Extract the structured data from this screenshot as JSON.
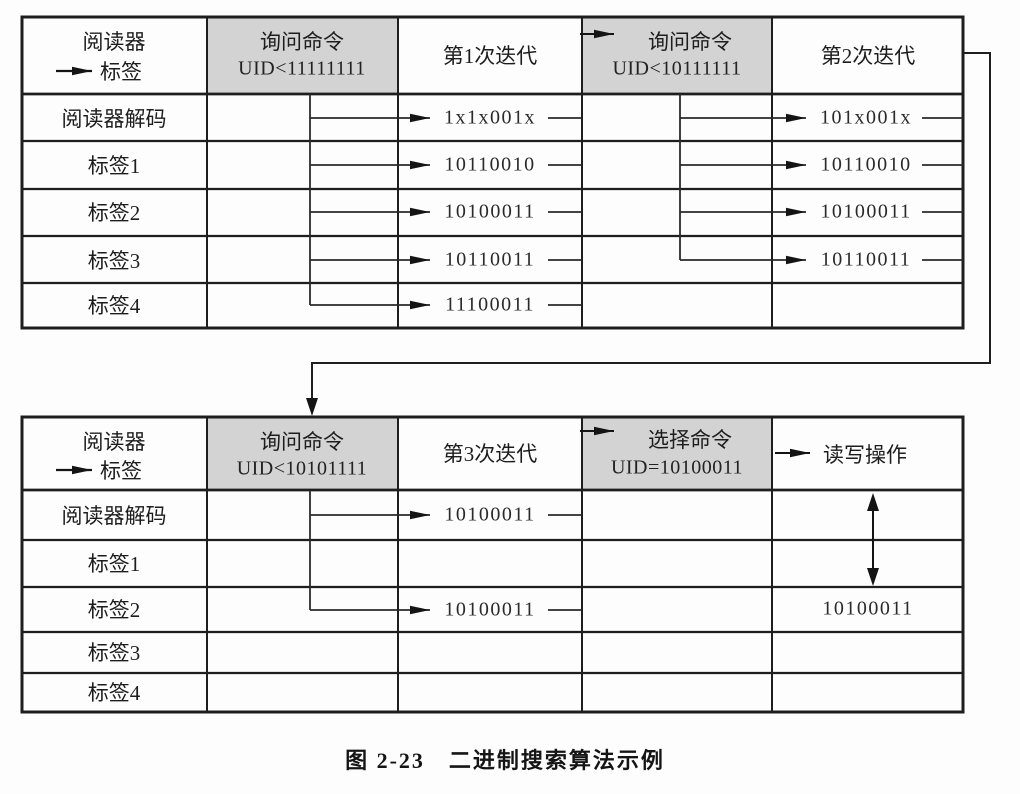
{
  "caption": "图 2-23　二进制搜索算法示例",
  "colors": {
    "header_fill": "#d3d3d3",
    "line": "#1e1e1e",
    "background": "#fdfdfd"
  },
  "top_table": {
    "corner": {
      "line1": "阅读器",
      "line2": "标签"
    },
    "col_query1": {
      "title": "询问命令",
      "uid": "UID<11111111"
    },
    "col_iter1": {
      "title": "第1次迭代"
    },
    "col_query2": {
      "title": "询问命令",
      "uid": "UID<10111111"
    },
    "col_iter2": {
      "title": "第2次迭代"
    },
    "rows": [
      {
        "label": "阅读器解码",
        "iter1": "1x1x001x",
        "iter2": "101x001x"
      },
      {
        "label": "标签1",
        "iter1": "10110010",
        "iter2": "10110010"
      },
      {
        "label": "标签2",
        "iter1": "10100011",
        "iter2": "10100011"
      },
      {
        "label": "标签3",
        "iter1": "10110011",
        "iter2": "10110011"
      },
      {
        "label": "标签4",
        "iter1": "11100011",
        "iter2": ""
      }
    ]
  },
  "bottom_table": {
    "corner": {
      "line1": "阅读器",
      "line2": "标签"
    },
    "col_query": {
      "title": "询问命令",
      "uid": "UID<10101111"
    },
    "col_iter": {
      "title": "第3次迭代"
    },
    "col_select": {
      "title": "选择命令",
      "uid": "UID=10100011"
    },
    "col_rw": {
      "title": "读写操作"
    },
    "rows": [
      {
        "label": "阅读器解码",
        "iter3": "10100011",
        "rw": ""
      },
      {
        "label": "标签1",
        "iter3": "",
        "rw": ""
      },
      {
        "label": "标签2",
        "iter3": "10100011",
        "rw": "10100011"
      },
      {
        "label": "标签3",
        "iter3": "",
        "rw": ""
      },
      {
        "label": "标签4",
        "iter3": "",
        "rw": ""
      }
    ]
  }
}
